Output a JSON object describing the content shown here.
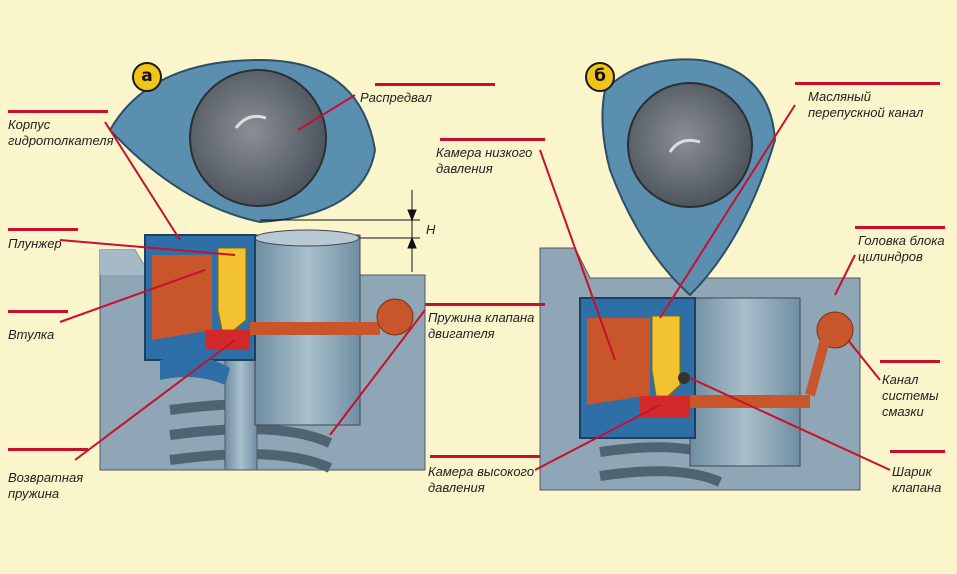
{
  "panels": {
    "a": {
      "badge": "а"
    },
    "b": {
      "badge": "б"
    }
  },
  "labels": {
    "camshaft": "Распредвал",
    "tappet_body": "Корпус\nгидротолкателя",
    "plunger": "Плунжер",
    "sleeve": "Втулка",
    "return_spring": "Возвратная\nпружина",
    "valve_spring": "Пружина клапана\nдвигателя",
    "gap": "H",
    "oil_bypass": "Масляный\nперепускной канал",
    "low_pressure": "Камера низкого\nдавления",
    "cylinder_head": "Головка блока\nцилиндров",
    "lube_channel": "Канал\nсистемы\nсмазки",
    "high_pressure": "Камера высокого\nдавления",
    "check_ball": "Шарик\nклапана"
  },
  "colors": {
    "background": "#fbf5cc",
    "cam": "#5b8fb0",
    "metal": "#7f9cae",
    "oil": "#c9552b",
    "plunger": "#f2c230",
    "leader": "#c8102e"
  }
}
